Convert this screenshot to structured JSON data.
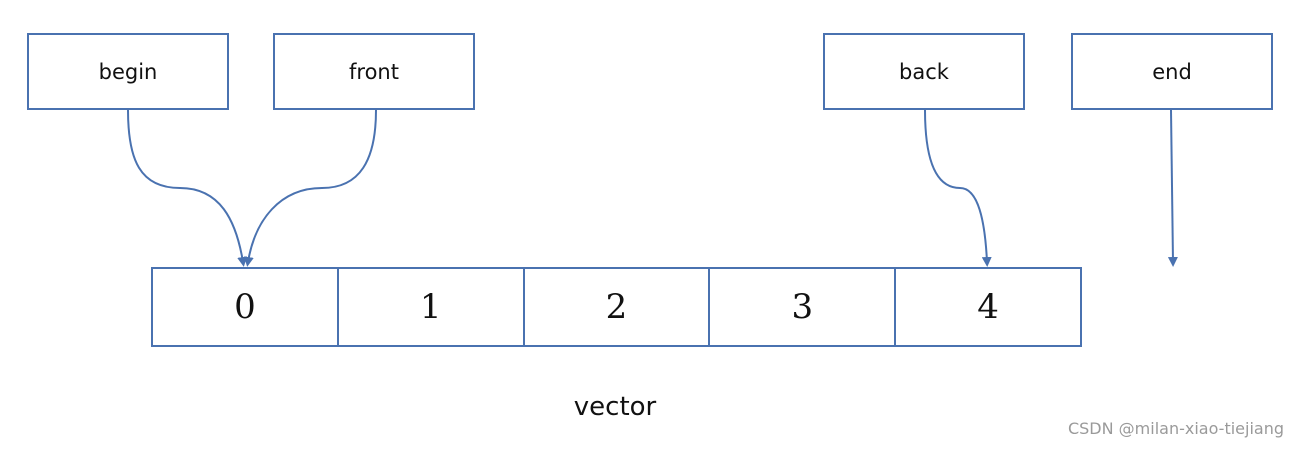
{
  "pointers": {
    "begin": "begin",
    "front": "front",
    "back": "back",
    "end": "end"
  },
  "vector": {
    "cells": [
      "0",
      "1",
      "2",
      "3",
      "4"
    ],
    "label": "vector"
  },
  "watermark": "CSDN @milan-xiao-tiejiang",
  "colors": {
    "stroke": "#4a72b0",
    "text": "#111111",
    "watermark": "#9a9a9a"
  }
}
